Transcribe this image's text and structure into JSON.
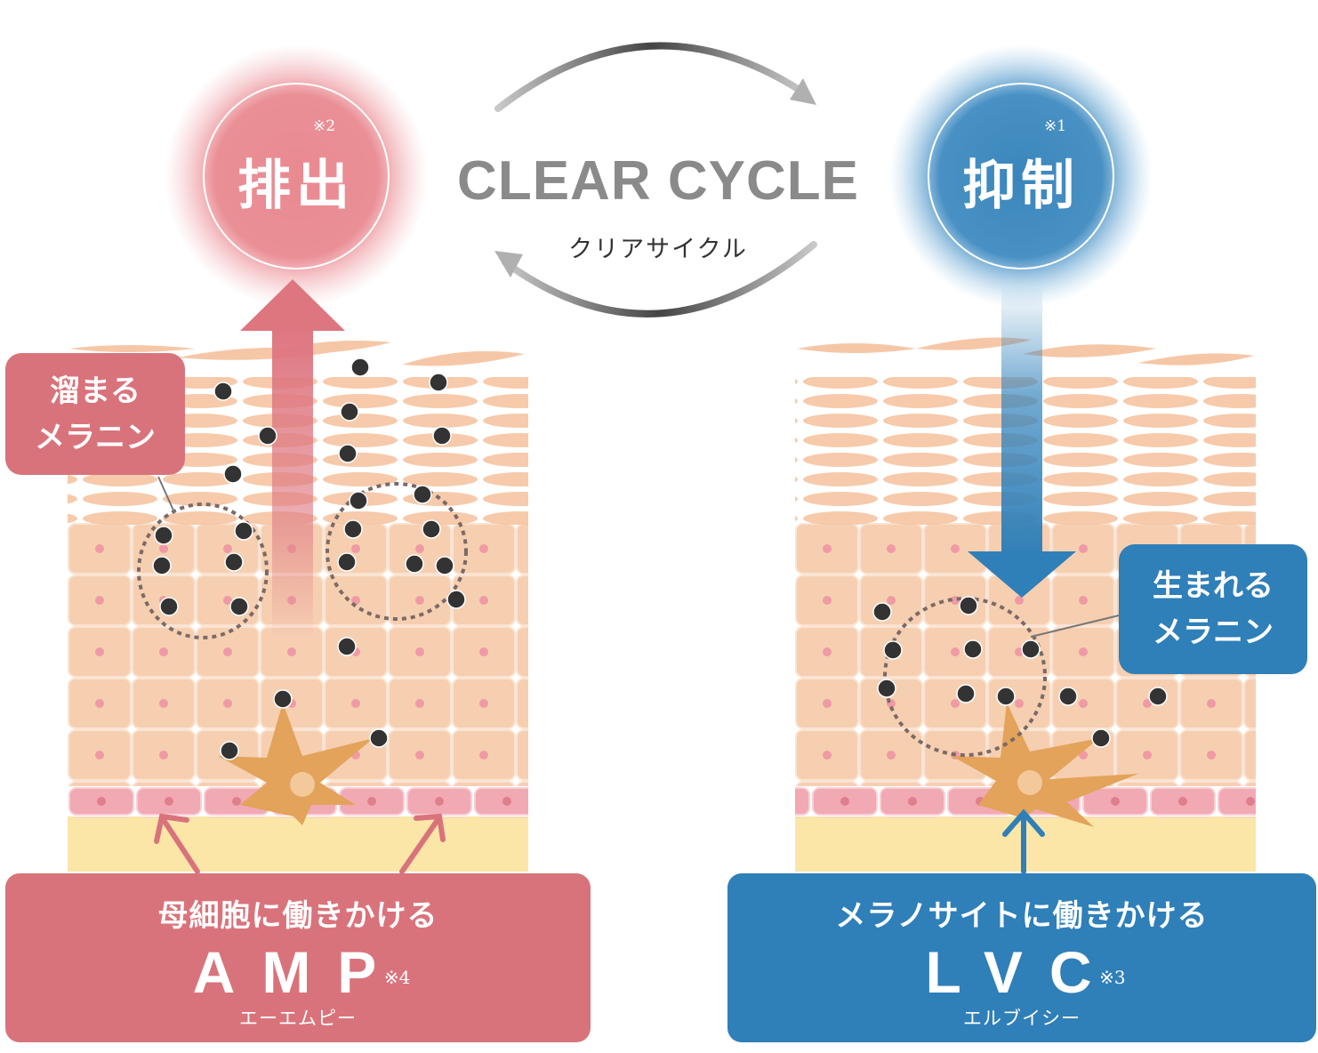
{
  "colors": {
    "pink": "#d9737b",
    "blue": "#2f7fb8",
    "skin": "#f6d0b4",
    "basal": "#f4b9c0",
    "dermis": "#fbe6a8",
    "melanocyte": "#e3a35a",
    "melanin": "#333333"
  },
  "cycle": {
    "title": "CLEAR CYCLE",
    "subtitle": "クリアサイクル"
  },
  "left_circle": {
    "label": "排出",
    "note": "※2"
  },
  "right_circle": {
    "label": "抑制",
    "note": "※1"
  },
  "left_callout": {
    "line1": "溜まる",
    "line2": "メラニン"
  },
  "right_callout": {
    "line1": "生まれる",
    "line2": "メラニン"
  },
  "left_panel": {
    "lead": "母細胞に働きかける",
    "code": "AMP",
    "note": "※4",
    "reading": "エーエムピー"
  },
  "right_panel": {
    "lead": "メラノサイトに働きかける",
    "code": "LVC",
    "note": "※3",
    "reading": "エルブイシー"
  },
  "icons": [
    "cycle-arrow-icon",
    "up-arrow-icon",
    "down-arrow-icon",
    "melanocyte-icon",
    "melanin-dot-icon"
  ]
}
